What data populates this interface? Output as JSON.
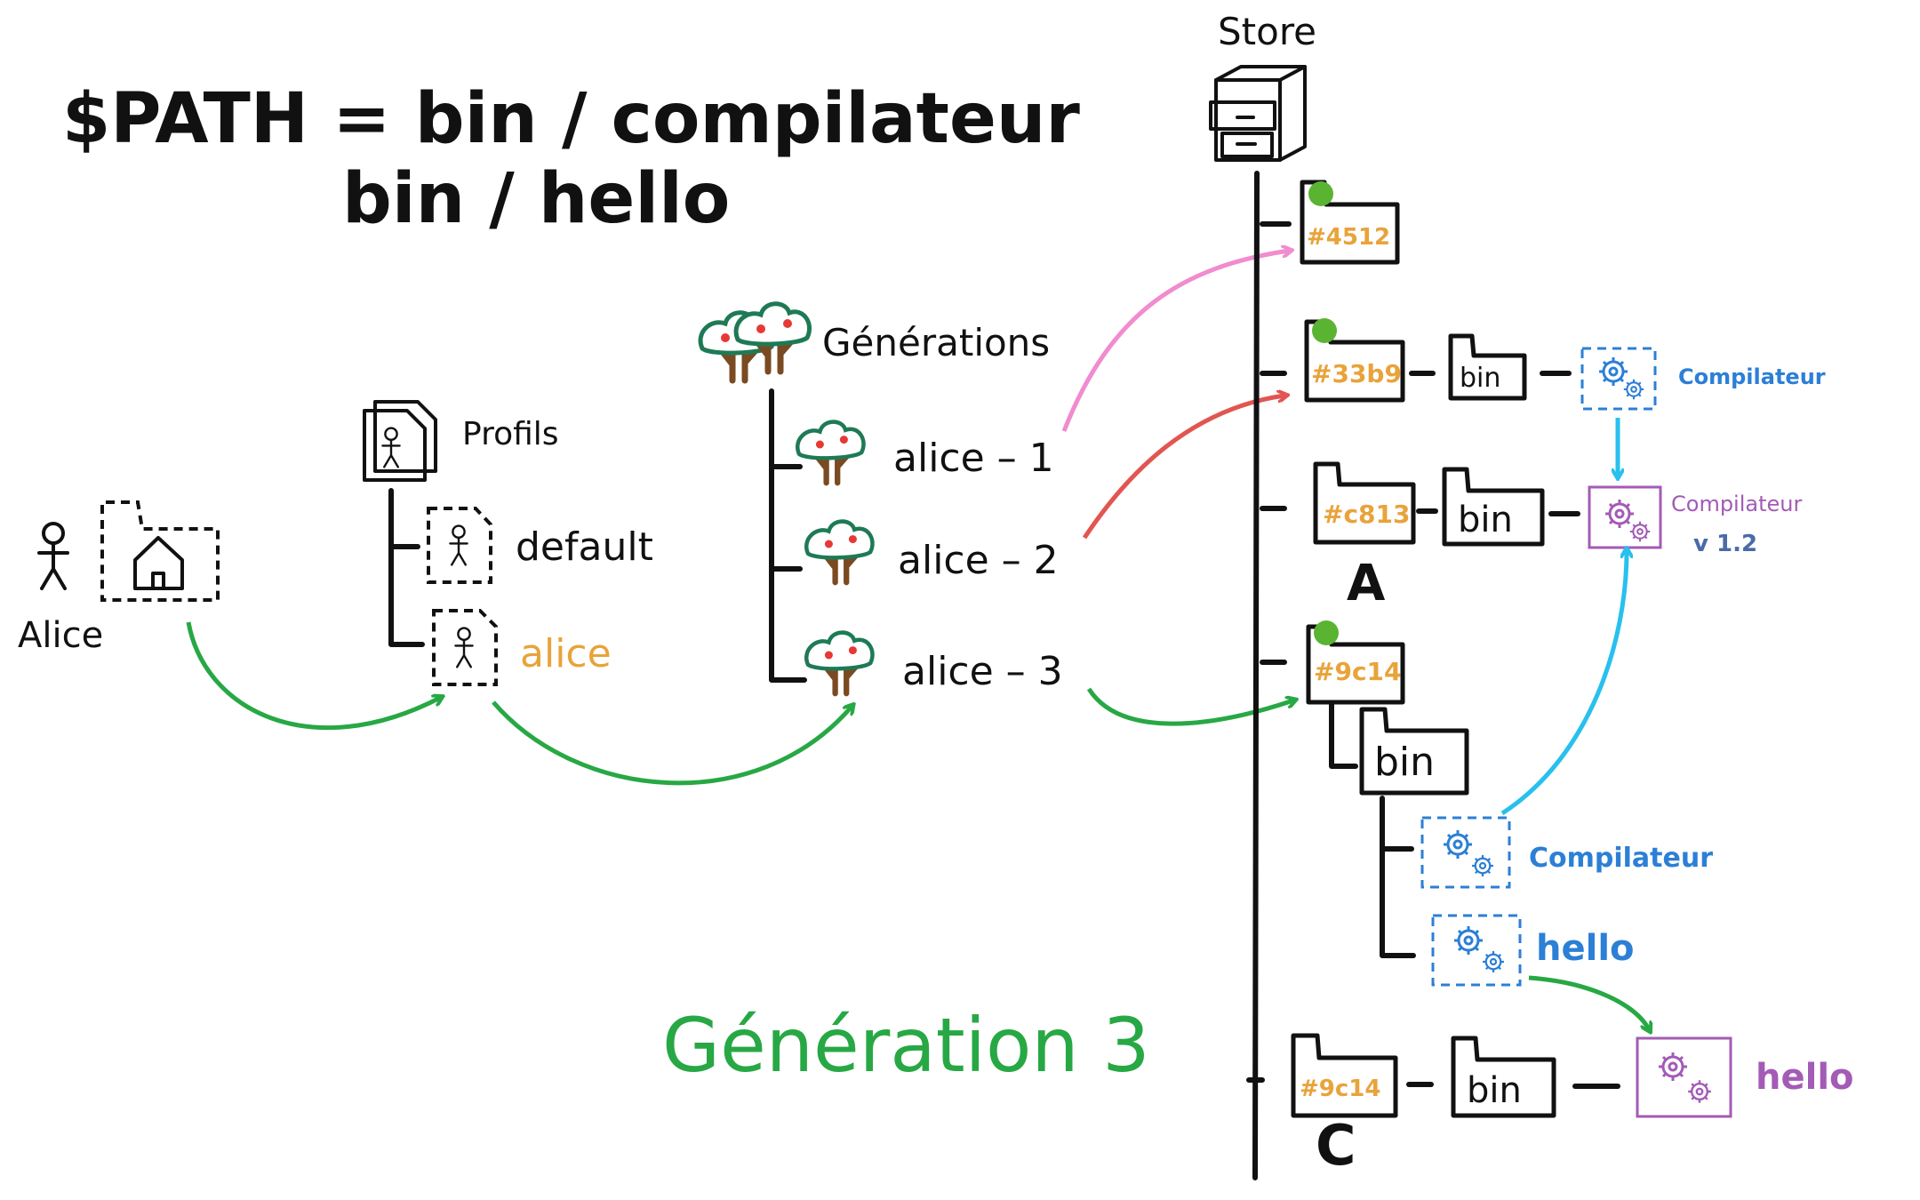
{
  "path_formula": {
    "line1": "$PATH = bin / compilateur",
    "line2": "bin / hello"
  },
  "user": {
    "name": "Alice"
  },
  "profiles": {
    "title": "Profils",
    "items": [
      "default",
      "alice"
    ]
  },
  "generations": {
    "title": "Générations",
    "items": [
      "alice – 1",
      "alice – 2",
      "alice – 3"
    ]
  },
  "store": {
    "title": "Store",
    "entries": [
      {
        "hash": "#4512"
      },
      {
        "hash": "#33b9",
        "sub": "bin",
        "program": "Compilateur"
      },
      {
        "hash": "#c813",
        "sub": "bin",
        "program": "Compilateur",
        "version": "v 1.2",
        "letter": "A"
      },
      {
        "hash": "#9c14",
        "sub": "bin",
        "programs": [
          "Compilateur",
          "hello"
        ]
      },
      {
        "hash": "#9c14",
        "sub": "bin",
        "program": "hello",
        "letter": "C"
      }
    ]
  },
  "caption": "Génération 3",
  "colors": {
    "orange": "#e8a33a",
    "green": "#27a844",
    "pink": "#f08ccf",
    "red": "#e25550",
    "blue": "#2c7fd6",
    "cyan": "#28c0ee",
    "purple": "#a35bb6",
    "ink": "#111111"
  },
  "icons": [
    "stick-figure-icon",
    "home-folder-icon",
    "profile-document-icon",
    "tree-icon",
    "filing-cabinet-icon",
    "folder-icon",
    "gears-icon"
  ]
}
